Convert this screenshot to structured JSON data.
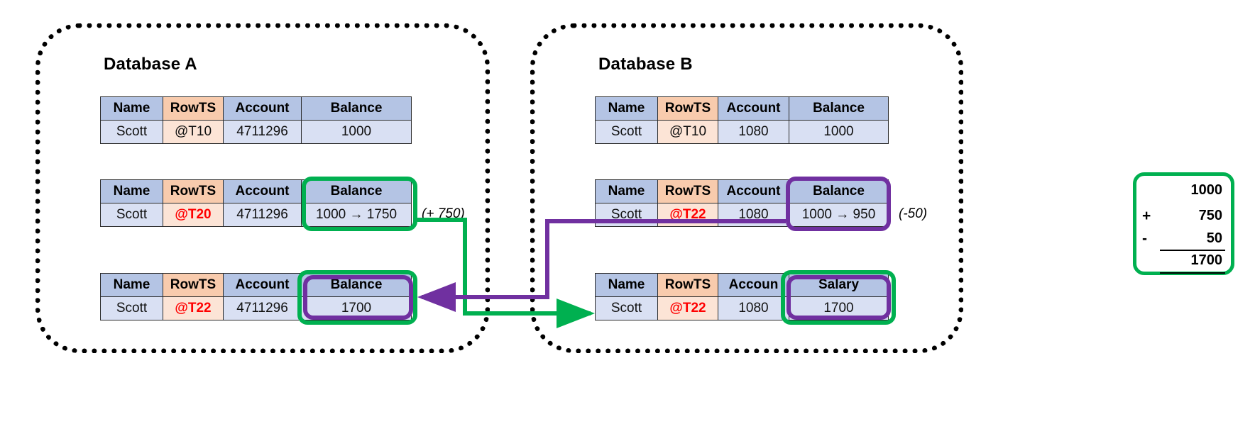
{
  "diagram": {
    "title_a": "Database A",
    "title_b": "Database B",
    "headers_a": [
      "Name",
      "RowTS",
      "Account",
      "Balance"
    ],
    "headers_b": [
      "Name",
      "RowTS",
      "Account",
      "Balance"
    ],
    "headers_b3": [
      "Name",
      "RowTS",
      "Accoun",
      "Salary"
    ],
    "colors": {
      "green": "#00b050",
      "purple": "#7030a0",
      "red": "#ff0000",
      "header_blue": "#b4c4e4",
      "cell_blue": "#d9e0f3",
      "header_orange": "#f8cbad",
      "cell_orange": "#fce4d6",
      "border_black": "#000000"
    }
  },
  "db_a": {
    "tables": [
      {
        "id": "a1",
        "headers": [
          "Name",
          "RowTS",
          "Account",
          "Balance"
        ],
        "row": [
          "Scott",
          "@T10",
          "4711296",
          "1000"
        ],
        "ts_highlight": false,
        "note": ""
      },
      {
        "id": "a2",
        "headers": [
          "Name",
          "RowTS",
          "Account",
          "Balance"
        ],
        "row": [
          "Scott",
          "@T20",
          "4711296",
          "1000 → 1750"
        ],
        "ts_highlight": true,
        "note": "(+ 750)"
      },
      {
        "id": "a3",
        "headers": [
          "Name",
          "RowTS",
          "Account",
          "Balance"
        ],
        "row": [
          "Scott",
          "@T22",
          "4711296",
          "1700"
        ],
        "ts_highlight": true,
        "note": ""
      }
    ]
  },
  "db_b": {
    "tables": [
      {
        "id": "b1",
        "headers": [
          "Name",
          "RowTS",
          "Account",
          "Balance"
        ],
        "row": [
          "Scott",
          "@T10",
          "1080",
          "1000"
        ],
        "ts_highlight": false,
        "note": ""
      },
      {
        "id": "b2",
        "headers": [
          "Name",
          "RowTS",
          "Account",
          "Balance"
        ],
        "row": [
          "Scott",
          "@T22",
          "1080",
          "1000 → 950"
        ],
        "ts_highlight": true,
        "note": "(-50)"
      },
      {
        "id": "b3",
        "headers": [
          "Name",
          "RowTS",
          "Accoun",
          "Salary"
        ],
        "row": [
          "Scott",
          "@T22",
          "1080",
          "1700"
        ],
        "ts_highlight": true,
        "note": ""
      }
    ]
  },
  "sum_box": {
    "rows": [
      {
        "op": "",
        "value": "1000"
      },
      {
        "op": "+",
        "value": "750"
      },
      {
        "op": "-",
        "value": "50"
      },
      {
        "op": "",
        "value": "1700"
      }
    ]
  }
}
